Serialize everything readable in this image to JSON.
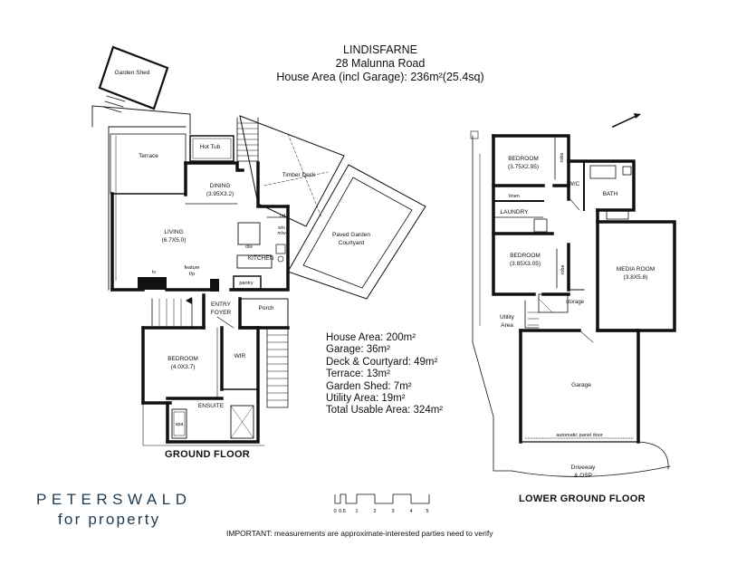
{
  "header": {
    "property_name": "LINDISFARNE",
    "address": "28 Malunna Road",
    "house_area": "House Area (incl Garage): 236m²(25.4sq)"
  },
  "ground_floor": {
    "title": "GROUND FLOOR",
    "rooms": {
      "garden_shed": "Garden Shed",
      "hot_tub": "Hot Tub",
      "terrace": "Terrace",
      "timber_deck": "Timber Deck",
      "dining": "DINING",
      "dining_dim": "(3.95X3.2)",
      "paved_garden_1": "Paved Garden",
      "paved_garden_2": "Courtyard",
      "living": "LIVING",
      "living_dim": "(6.7X5.0)",
      "ref": "ref",
      "wo": "w/o",
      "mw": "m/w",
      "dw": "d/w",
      "kitchen": "KITCHEN",
      "tv": "tv",
      "feature": "feature",
      "fp": "f/p",
      "pantry": "pantry",
      "entry": "ENTRY",
      "foyer": "FOYER",
      "porch": "Porch",
      "bedroom": "BEDROOM",
      "bedroom_dim": "(4.0X3.7)",
      "wir": "WIR",
      "ensuite": "ENSUITE",
      "spa": "spa"
    }
  },
  "lower_floor": {
    "title": "LOWER GROUND FLOOR",
    "rooms": {
      "bedroom1": "BEDROOM",
      "bedroom1_dim": "(3.75X2.95)",
      "robe": "robe",
      "wc": "W/C",
      "bath": "BATH",
      "linen": "linen",
      "laundry": "LAUNDRY",
      "bedroom2": "BEDROOM",
      "bedroom2_dim": "(3.85X3.05)",
      "robe2": "robe",
      "media": "MEDIA ROOM",
      "media_dim": "(3.8X5.8)",
      "storage": "storage",
      "utility1": "Utility",
      "utility2": "Area",
      "garage": "Garage",
      "panel_door": "automatic panel door",
      "driveway1": "Driveway",
      "driveway2": "& OSP"
    }
  },
  "areas": [
    "House Area: 200m²",
    "Garage: 36m²",
    "Deck & Courtyard: 49m²",
    "Terrace: 13m²",
    "Garden Shed: 7m²",
    "Utility Area: 19m²",
    "Total Usable Area: 324m²"
  ],
  "brand": {
    "line1": "PETERSWALD",
    "line2": "for property",
    "color": "#1f3a55"
  },
  "scale": {
    "ticks": [
      "0",
      "0.5",
      "1",
      "2",
      "3",
      "4",
      "5"
    ]
  },
  "note": "IMPORTANT: measurements are approximate-interested parties need to verify"
}
